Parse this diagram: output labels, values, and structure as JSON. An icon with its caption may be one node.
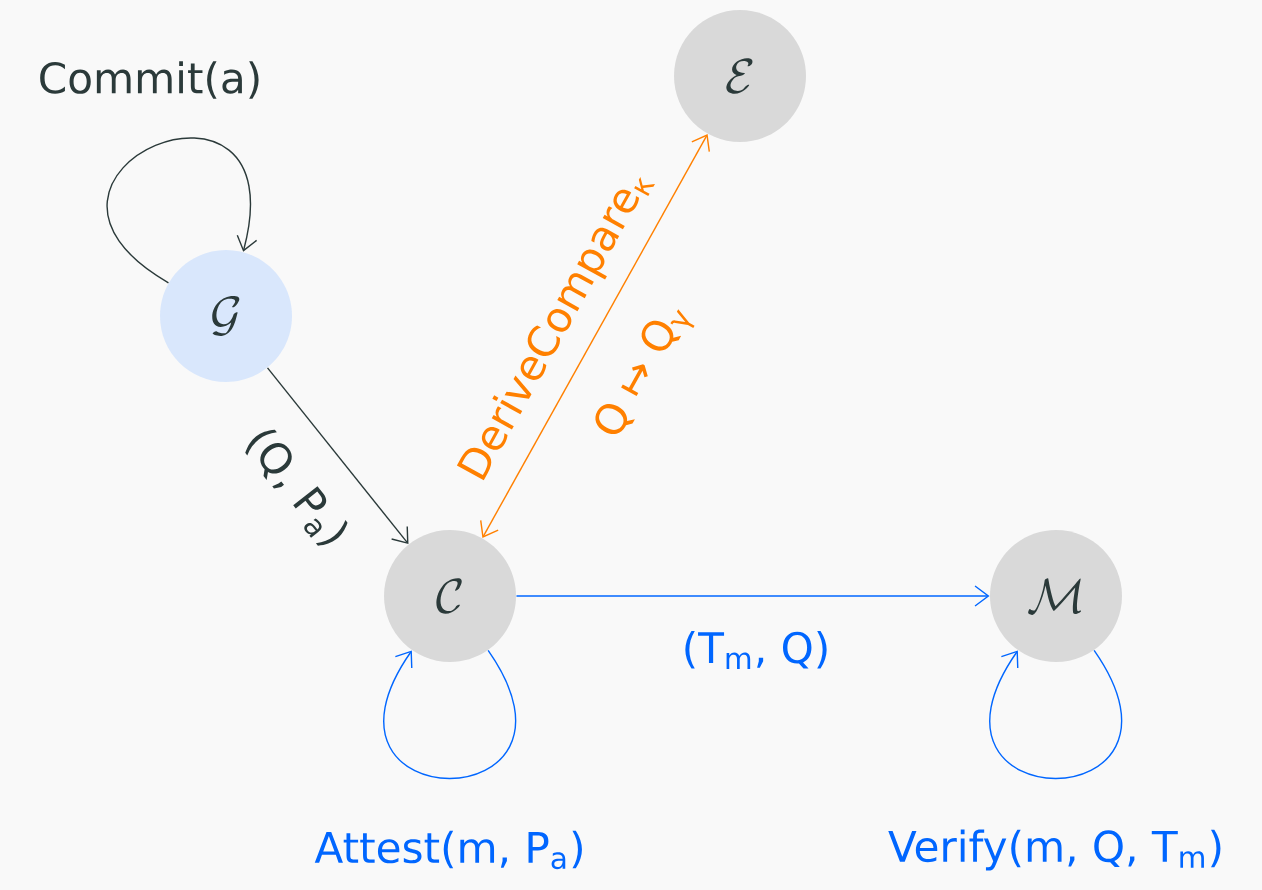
{
  "diagram": {
    "nodes": [
      {
        "text": [
          "\\mathcal{G}"
        ]
      },
      {
        "text": [
          "\\mathcal{E}"
        ]
      },
      {
        "text": [
          "\\mathcal{C}"
        ]
      },
      {
        "text": [
          "\\mathcal{M}"
        ]
      }
    ],
    "edges": [
      {
        "from": 0,
        "to": 0,
        "arrow": "to",
        "label": "Commit(a)",
        "color": "#2b3a3a"
      },
      {
        "from": 0,
        "to": 2,
        "arrow": "to",
        "label": "(Q, P$_{a}$)",
        "color": "#2b3a3a"
      },
      {
        "from": 1,
        "to": 2,
        "arrow": "both",
        "label": "DeriveCompare$_{κ}$",
        "color": "#ff8000"
      },
      {
        "from": 2,
        "to": 3,
        "arrow": "to",
        "label": "(T$_{m}$, Q)",
        "color": "#0066ff"
      },
      {
        "from": 2,
        "to": 2,
        "arrow": "to",
        "label": "Attest(m, P$_{a}$)",
        "color": "#0066ff"
      },
      {
        "from": 3,
        "to": 3,
        "arrow": "to",
        "label": "Verify(m, Q, T$_{m}$)",
        "color": "#0066ff"
      }
    ],
    "labels": [
      "Q ↦ Q$_{γ}$"
    ]
  }
}
